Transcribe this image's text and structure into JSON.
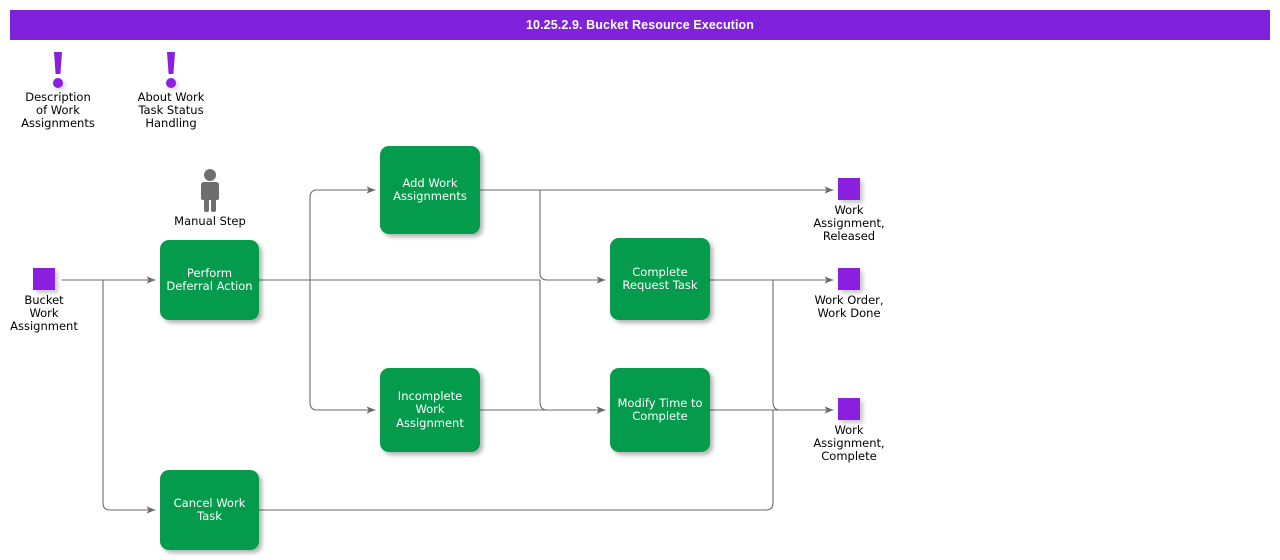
{
  "title_bar": {
    "text": "10.25.2.9. Bucket Resource Execution"
  },
  "colors": {
    "title_bar_purple": "#8022dc",
    "node_purple": "#8b1fe0",
    "process_green": "#059b4c",
    "connector_gray": "#6b6b6b",
    "person_gray": "#6e6e6e",
    "text_dark": "#000000",
    "text_light": "#ffffff"
  },
  "notes": [
    {
      "icon": "exclamation-icon",
      "label": "Description\nof Work\nAssignments"
    },
    {
      "icon": "exclamation-icon",
      "label": "About Work\nTask Status\nHandling"
    }
  ],
  "manual_step": {
    "icon": "person-icon",
    "label": "Manual Step"
  },
  "start_node": {
    "icon": "purple-square-icon",
    "label": "Bucket\nWork\nAssignment"
  },
  "process_nodes": [
    {
      "id": "perform-deferral-action",
      "label": "Perform\nDeferral Action"
    },
    {
      "id": "add-work-assignments",
      "label": "Add Work\nAssignments"
    },
    {
      "id": "complete-request-task",
      "label": "Complete\nRequest Task"
    },
    {
      "id": "incomplete-work-assignment",
      "label": "Incomplete\nWork\nAssignment"
    },
    {
      "id": "modify-time-to-complete",
      "label": "Modify Time to\nComplete"
    },
    {
      "id": "cancel-work-task",
      "label": "Cancel Work\nTask"
    }
  ],
  "end_nodes": [
    {
      "id": "work-assignment-released",
      "icon": "purple-square-icon",
      "label": "Work\nAssignment,\nReleased"
    },
    {
      "id": "work-order-work-done",
      "icon": "purple-square-icon",
      "label": "Work Order,\nWork Done"
    },
    {
      "id": "work-assignment-complete",
      "icon": "purple-square-icon",
      "label": "Work\nAssignment,\nComplete"
    }
  ]
}
